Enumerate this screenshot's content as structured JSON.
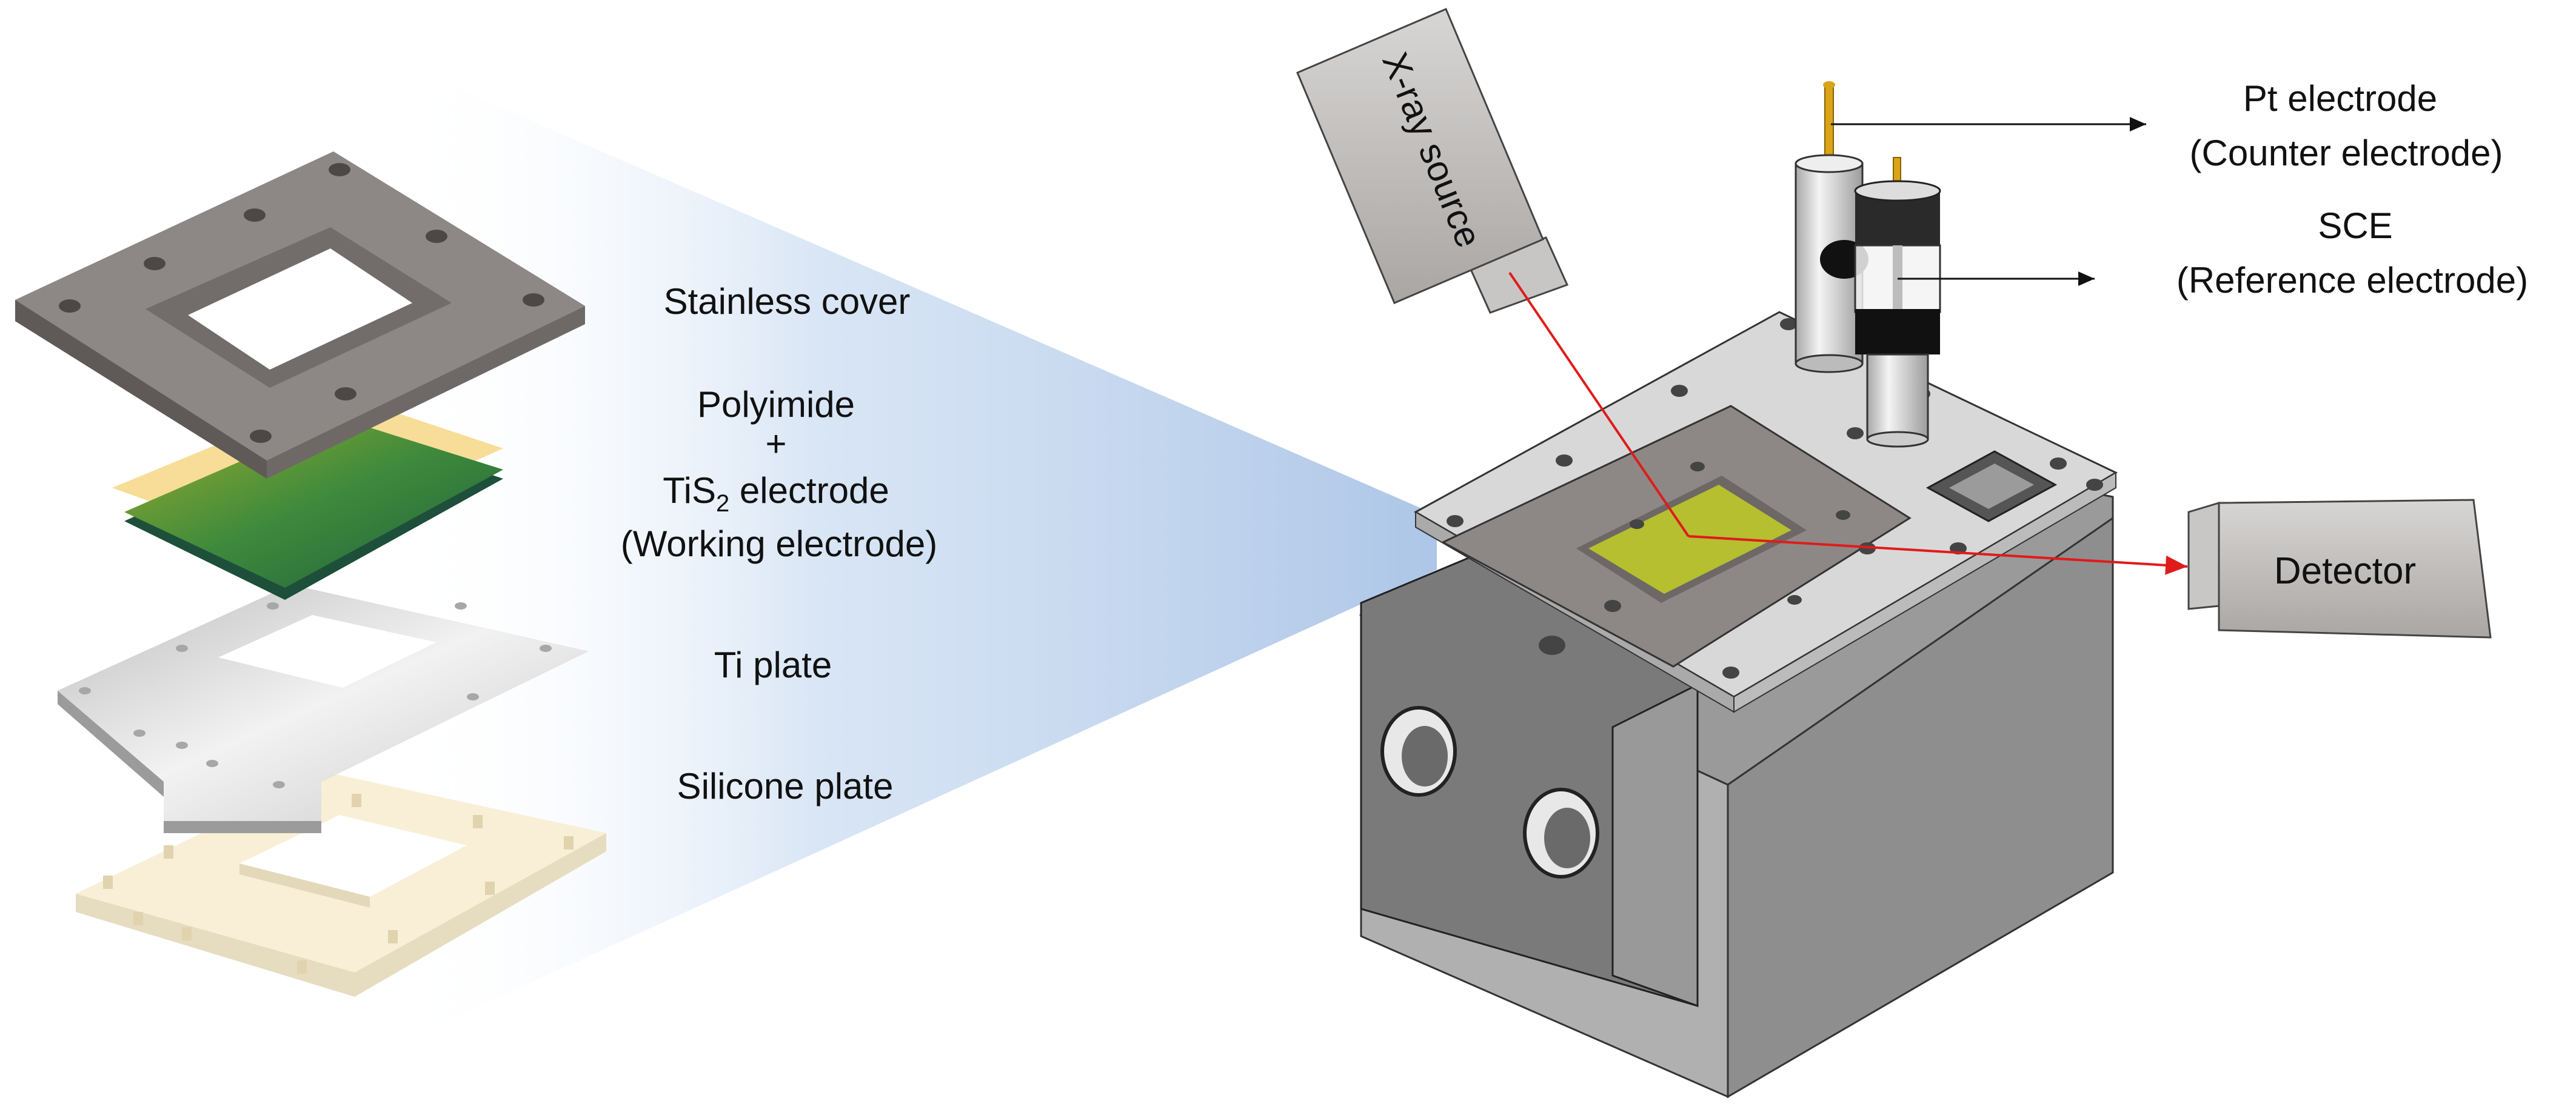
{
  "colors": {
    "steel_dark": "#8d8885",
    "steel_mid": "#b5b1ae",
    "steel_light": "#dcdcdc",
    "cell_front": "#8e8e8e",
    "cell_top": "#d8d8d8",
    "polyimide": "#f6d98c",
    "electrode_green": "#3e8a3c",
    "silicone": "#f7ecd0",
    "beam_red": "#e01b1b",
    "projection_blue": "#a9c3e6",
    "electrode_gold": "#d9a417"
  },
  "left_labels": {
    "stainless_cover": "Stainless cover",
    "polyimide": "Polyimide",
    "plus": "+",
    "tis2_prefix": "TiS",
    "tis2_sub": "2",
    "tis2_suffix": " electrode",
    "working_electrode": "(Working electrode)",
    "ti_plate": "Ti plate",
    "silicone_plate": "Silicone plate"
  },
  "right_labels": {
    "xray_source": "X-ray source",
    "detector": "Detector",
    "pt_electrode": "Pt electrode",
    "counter_electrode": "(Counter electrode)",
    "sce": "SCE",
    "reference_electrode": "(Reference electrode)"
  },
  "icons": {
    "xray_source": "xray-source-icon",
    "detector": "detector-icon",
    "cell": "electrochemical-cell-icon"
  }
}
